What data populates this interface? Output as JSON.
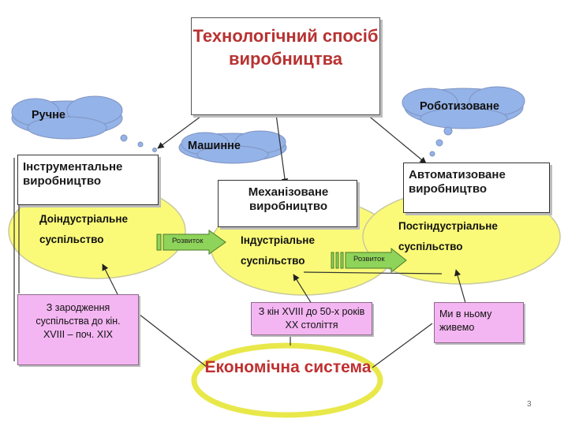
{
  "title": "Технологічний спосіб виробництва",
  "clouds": {
    "manual": "Ручне",
    "machine": "Машинне",
    "robotized": "Роботизоване"
  },
  "boxes": {
    "instrumental": "Інструментальне виробництво",
    "mechanized": "Механізоване виробництво",
    "automated": "Автоматизоване виробництво"
  },
  "ellipses": {
    "preindustrial": "Доіндустріальне суспільство",
    "industrial": "Індустріальне суспільство",
    "postindustrial": "Постіндустріальне суспільство"
  },
  "arrows": {
    "development_1": "Розвиток",
    "development_2": "Розвиток"
  },
  "periods": {
    "first": "З зародження суспільства до кін. XVIII – поч. XIX",
    "second": "З кін XVIII до 50-х років XX століття",
    "third": "Ми в ньому живемо"
  },
  "economic_system": "Економічна система",
  "page_number": "3",
  "colors": {
    "cloud_fill": "#94b3e8",
    "ellipse_fill": "#fafa78",
    "pink_fill": "#f4b6f2",
    "title_red": "#b83232",
    "arrow_green": "#8fd45a"
  }
}
